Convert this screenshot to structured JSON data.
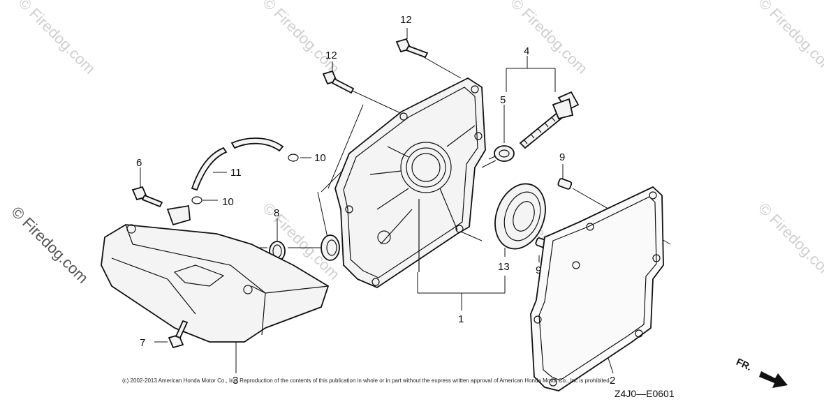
{
  "watermark": "© Firedog.com",
  "callouts": [
    {
      "id": "1",
      "text": "1"
    },
    {
      "id": "2",
      "text": "2"
    },
    {
      "id": "3",
      "text": "3"
    },
    {
      "id": "4",
      "text": "4"
    },
    {
      "id": "5",
      "text": "5"
    },
    {
      "id": "6",
      "text": "6"
    },
    {
      "id": "7",
      "text": "7"
    },
    {
      "id": "8",
      "text": "8"
    },
    {
      "id": "9a",
      "text": "9"
    },
    {
      "id": "9b",
      "text": "9"
    },
    {
      "id": "10a",
      "text": "10"
    },
    {
      "id": "10b",
      "text": "10"
    },
    {
      "id": "11",
      "text": "11"
    },
    {
      "id": "12a",
      "text": "12"
    },
    {
      "id": "12b",
      "text": "12"
    },
    {
      "id": "13",
      "text": "13"
    }
  ],
  "copyright": "(c) 2002-2013 American Honda Motor Co., Inc. Reproduction of the contents of this publication in whole or in part without the express written approval of American Honda Motor Co., Inc is prohibited.",
  "diagram_code": "Z4J0—E0601",
  "direction_label": "FR."
}
